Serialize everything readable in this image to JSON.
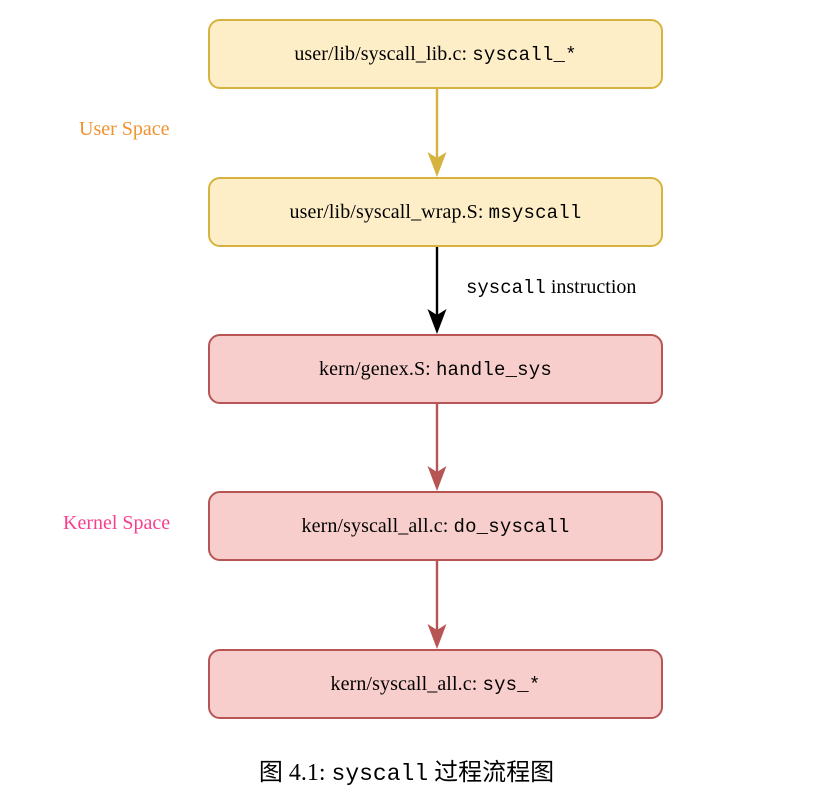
{
  "figure": {
    "caption_prefix": "图 4.1:",
    "caption_mono": "syscall",
    "caption_suffix": "过程流程图"
  },
  "zones": {
    "user": {
      "label": "User Space",
      "color": "#f2932f"
    },
    "kernel": {
      "label": "Kernel Space",
      "color": "#f73f8e"
    }
  },
  "palette": {
    "user_fill": "#fdeec8",
    "user_stroke": "#d6b33f",
    "kernel_fill": "#f7cecb",
    "kernel_stroke": "#b75555",
    "black_edge": "#000000"
  },
  "nodes": [
    {
      "id": "n1",
      "file": "user/lib/syscall_lib.c:",
      "symbol": "syscall_*",
      "zone": "user"
    },
    {
      "id": "n2",
      "file": "user/lib/syscall_wrap.S:",
      "symbol": "msyscall",
      "zone": "user"
    },
    {
      "id": "n3",
      "file": "kern/genex.S:",
      "symbol": "handle_sys",
      "zone": "kernel"
    },
    {
      "id": "n4",
      "file": "kern/syscall_all.c:",
      "symbol": "do_syscall",
      "zone": "kernel"
    },
    {
      "id": "n5",
      "file": "kern/syscall_all.c:",
      "symbol": "sys_*",
      "zone": "kernel"
    }
  ],
  "edges": [
    {
      "id": "e1",
      "from": "n1",
      "to": "n2",
      "color": "#d6b33f",
      "label_mono": "",
      "label_text": ""
    },
    {
      "id": "e2",
      "from": "n2",
      "to": "n3",
      "color": "#000000",
      "label_mono": "syscall",
      "label_text": "instruction"
    },
    {
      "id": "e3",
      "from": "n3",
      "to": "n4",
      "color": "#b75555",
      "label_mono": "",
      "label_text": ""
    },
    {
      "id": "e4",
      "from": "n4",
      "to": "n5",
      "color": "#b75555",
      "label_mono": "",
      "label_text": ""
    }
  ]
}
